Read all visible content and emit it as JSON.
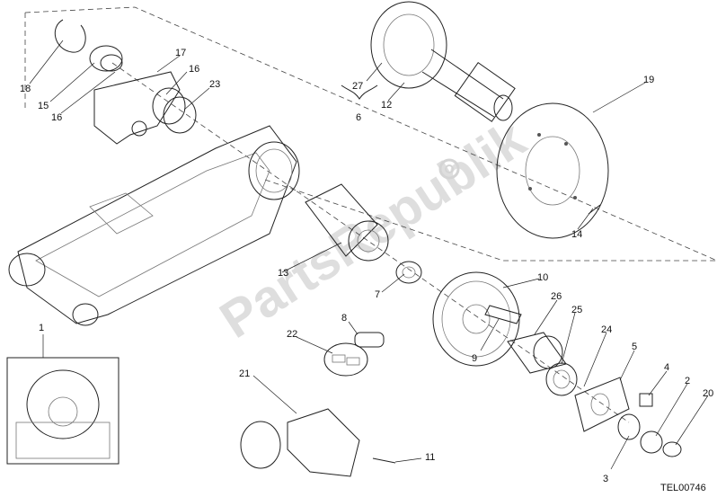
{
  "diagram": {
    "reference_code": "TEL00746",
    "watermark": "PartsRepublik",
    "callouts": [
      {
        "id": "c1",
        "label": "1"
      },
      {
        "id": "c2",
        "label": "2"
      },
      {
        "id": "c3",
        "label": "3"
      },
      {
        "id": "c4",
        "label": "4"
      },
      {
        "id": "c5",
        "label": "5"
      },
      {
        "id": "c6",
        "label": "6"
      },
      {
        "id": "c7",
        "label": "7"
      },
      {
        "id": "c8",
        "label": "8"
      },
      {
        "id": "c9",
        "label": "9"
      },
      {
        "id": "c10",
        "label": "10"
      },
      {
        "id": "c11",
        "label": "11"
      },
      {
        "id": "c12",
        "label": "12"
      },
      {
        "id": "c13",
        "label": "13"
      },
      {
        "id": "c14",
        "label": "14"
      },
      {
        "id": "c15",
        "label": "15"
      },
      {
        "id": "c16a",
        "label": "16"
      },
      {
        "id": "c16b",
        "label": "16"
      },
      {
        "id": "c17",
        "label": "17"
      },
      {
        "id": "c18",
        "label": "18"
      },
      {
        "id": "c19",
        "label": "19"
      },
      {
        "id": "c20",
        "label": "20"
      },
      {
        "id": "c21",
        "label": "21"
      },
      {
        "id": "c22",
        "label": "22"
      },
      {
        "id": "c23",
        "label": "23"
      },
      {
        "id": "c24",
        "label": "24"
      },
      {
        "id": "c25",
        "label": "25"
      },
      {
        "id": "c26",
        "label": "26"
      },
      {
        "id": "c27",
        "label": "27"
      }
    ]
  }
}
